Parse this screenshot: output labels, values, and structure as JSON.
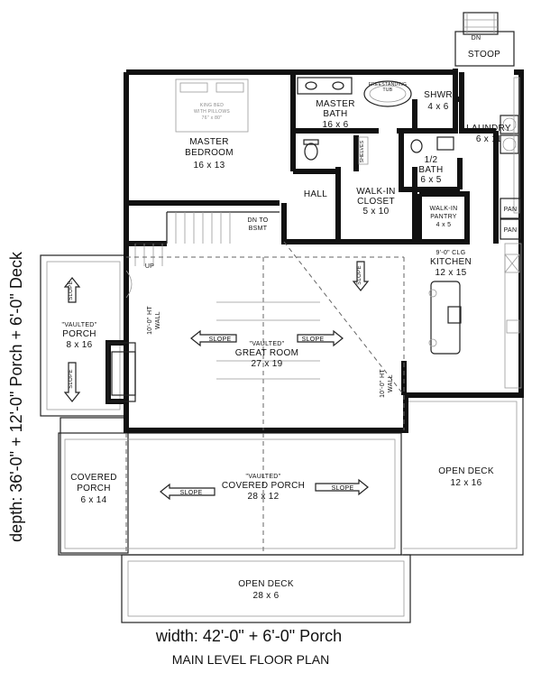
{
  "rooms": {
    "stoop": "STOOP",
    "dn": "DN",
    "master_bedroom": {
      "name": "MASTER",
      "name2": "BEDROOM",
      "dims": "16 x 13"
    },
    "king_bed": {
      "line1": "KING BED",
      "line2": "WITH PILLOWS",
      "line3": "76\" x 80\""
    },
    "master_bath": {
      "name": "MASTER",
      "name2": "BATH",
      "dims": "16 x 6"
    },
    "freestanding_tub": {
      "line1": "FREESTANDING",
      "line2": "TUB"
    },
    "shower": {
      "name": "SHWR",
      "dims": "4 x 6"
    },
    "laundry": {
      "name": "LAUNDRY",
      "dims": "6 x 11"
    },
    "half_bath": {
      "name": "1/2",
      "name2": "BATH",
      "dims": "6 x 5"
    },
    "shelves": "SHELVES",
    "hall": "HALL",
    "walk_in_closet": {
      "name": "WALK-IN",
      "name2": "CLOSET",
      "dims": "5 x 10"
    },
    "walk_in_pantry": {
      "name": "WALK-IN",
      "name2": "PANTRY",
      "dims": "4 x 5"
    },
    "pan1": "PAN",
    "pan2": "PAN",
    "dn_to_bsmt": {
      "line1": "DN TO",
      "line2": "BSMT"
    },
    "up": "UP",
    "kitchen": {
      "clg": "9'-0\" CLG",
      "name": "KITCHEN",
      "dims": "12 x 15"
    },
    "vaulted_porch": {
      "note": "\"VAULTED\"",
      "name": "PORCH",
      "dims": "8 x 16"
    },
    "ht_wall_left": {
      "line1": "10'-0\" HT",
      "line2": "WALL"
    },
    "great_room": {
      "note": "\"VAULTED\"",
      "name": "GREAT ROOM",
      "dims": "27 x 19"
    },
    "ht_wall_right": {
      "line1": "10'-0\" HT",
      "line2": "WALL"
    },
    "covered_porch_left": {
      "name": "COVERED",
      "name2": "PORCH",
      "dims": "6 x 14"
    },
    "covered_porch_main": {
      "note": "\"VAULTED\"",
      "name": "COVERED PORCH",
      "dims": "28 x 12"
    },
    "open_deck_right": {
      "name": "OPEN DECK",
      "dims": "12 x 16"
    },
    "open_deck_bottom": {
      "name": "OPEN DECK",
      "dims": "28 x 6"
    }
  },
  "slope_label": "SLOPE",
  "captions": {
    "depth": "depth: 36'-0\" + 12'-0\" Porch + 6'-0\" Deck",
    "width": "width: 42'-0\" + 6'-0\" Porch",
    "title": "MAIN LEVEL FLOOR PLAN"
  }
}
